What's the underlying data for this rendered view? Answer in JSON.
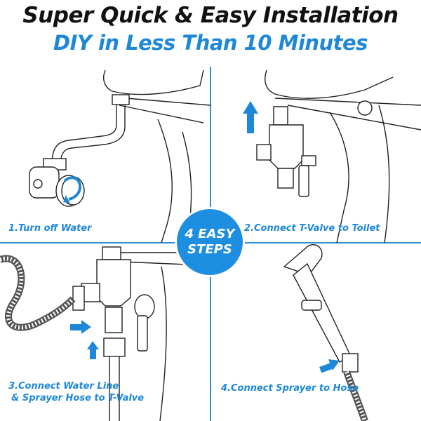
{
  "title": "Super Quick & Easy Installation",
  "subtitle": "DIY in Less Than 10 Minutes",
  "badge": {
    "line1": "4 EASY",
    "line2": "STEPS"
  },
  "steps": [
    {
      "lines": [
        "1.Turn off Water"
      ],
      "icon": "shutoff-valve-icon"
    },
    {
      "lines": [
        "2.Connect T-Valve to Toilet"
      ],
      "icon": "t-valve-icon"
    },
    {
      "lines": [
        "3.Connect Water Line",
        "& Sprayer Hose to T-Valve"
      ],
      "icon": "water-line-icon"
    },
    {
      "lines": [
        "4.Connect Sprayer to Hose"
      ],
      "icon": "sprayer-icon"
    }
  ],
  "colors": {
    "accent": "#1e88d8",
    "title": "#111111",
    "divider": "#2b8fd8",
    "line_art": "#222222"
  }
}
